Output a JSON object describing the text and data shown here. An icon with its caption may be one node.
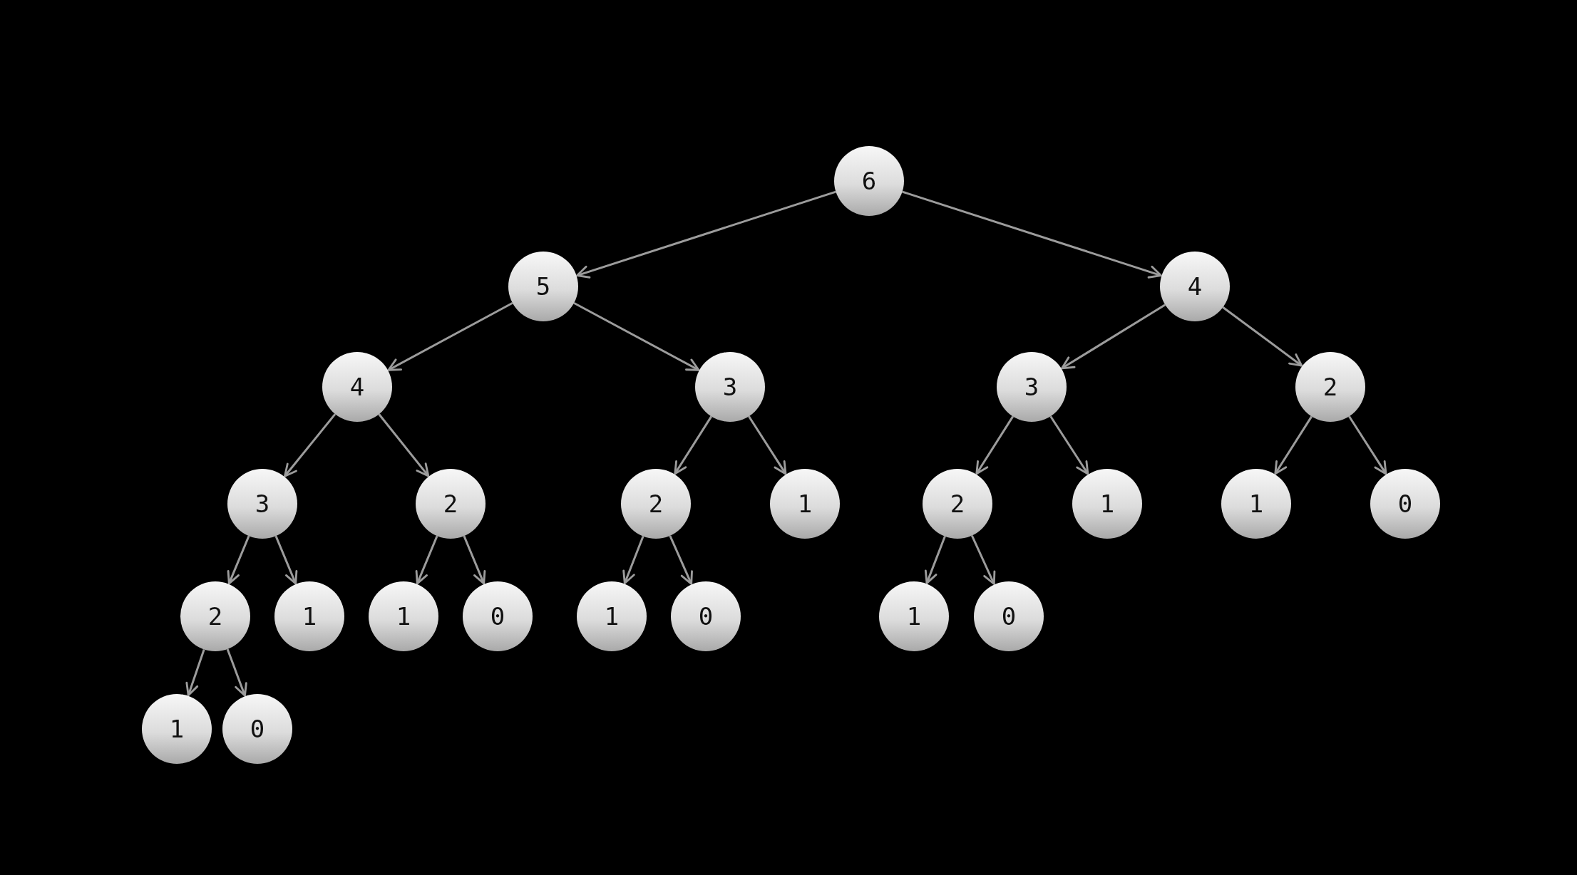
{
  "diagram": {
    "nodes": [
      {
        "text": [
          "6"
        ]
      },
      {
        "text": [
          "5"
        ]
      },
      {
        "text": [
          "4"
        ]
      },
      {
        "text": [
          "4"
        ]
      },
      {
        "text": [
          "3"
        ]
      },
      {
        "text": [
          "3"
        ]
      },
      {
        "text": [
          "2"
        ]
      },
      {
        "text": [
          "3"
        ]
      },
      {
        "text": [
          "2"
        ]
      },
      {
        "text": [
          "2"
        ]
      },
      {
        "text": [
          "1"
        ]
      },
      {
        "text": [
          "2"
        ]
      },
      {
        "text": [
          "1"
        ]
      },
      {
        "text": [
          "1"
        ]
      },
      {
        "text": [
          "0"
        ]
      },
      {
        "text": [
          "2"
        ]
      },
      {
        "text": [
          "1"
        ]
      },
      {
        "text": [
          "1"
        ]
      },
      {
        "text": [
          "0"
        ]
      },
      {
        "text": [
          "1"
        ]
      },
      {
        "text": [
          "0"
        ]
      },
      {
        "text": [
          "1"
        ]
      },
      {
        "text": [
          "0"
        ]
      },
      {
        "text": [
          "1"
        ]
      },
      {
        "text": [
          "0"
        ]
      }
    ],
    "edges": [
      {
        "from": 0,
        "to": 1,
        "arrow": "to"
      },
      {
        "from": 0,
        "to": 2,
        "arrow": "to"
      },
      {
        "from": 1,
        "to": 3,
        "arrow": "to"
      },
      {
        "from": 1,
        "to": 4,
        "arrow": "to"
      },
      {
        "from": 2,
        "to": 5,
        "arrow": "to"
      },
      {
        "from": 2,
        "to": 6,
        "arrow": "to"
      },
      {
        "from": 3,
        "to": 7,
        "arrow": "to"
      },
      {
        "from": 3,
        "to": 8,
        "arrow": "to"
      },
      {
        "from": 4,
        "to": 9,
        "arrow": "to"
      },
      {
        "from": 4,
        "to": 10,
        "arrow": "to"
      },
      {
        "from": 5,
        "to": 11,
        "arrow": "to"
      },
      {
        "from": 5,
        "to": 12,
        "arrow": "to"
      },
      {
        "from": 6,
        "to": 13,
        "arrow": "to"
      },
      {
        "from": 6,
        "to": 14,
        "arrow": "to"
      },
      {
        "from": 7,
        "to": 15,
        "arrow": "to"
      },
      {
        "from": 7,
        "to": 16,
        "arrow": "to"
      },
      {
        "from": 8,
        "to": 17,
        "arrow": "to"
      },
      {
        "from": 8,
        "to": 18,
        "arrow": "to"
      },
      {
        "from": 9,
        "to": 19,
        "arrow": "to"
      },
      {
        "from": 9,
        "to": 20,
        "arrow": "to"
      },
      {
        "from": 11,
        "to": 21,
        "arrow": "to"
      },
      {
        "from": 11,
        "to": 22,
        "arrow": "to"
      },
      {
        "from": 15,
        "to": 23,
        "arrow": "to"
      },
      {
        "from": 15,
        "to": 24,
        "arrow": "to"
      }
    ]
  }
}
